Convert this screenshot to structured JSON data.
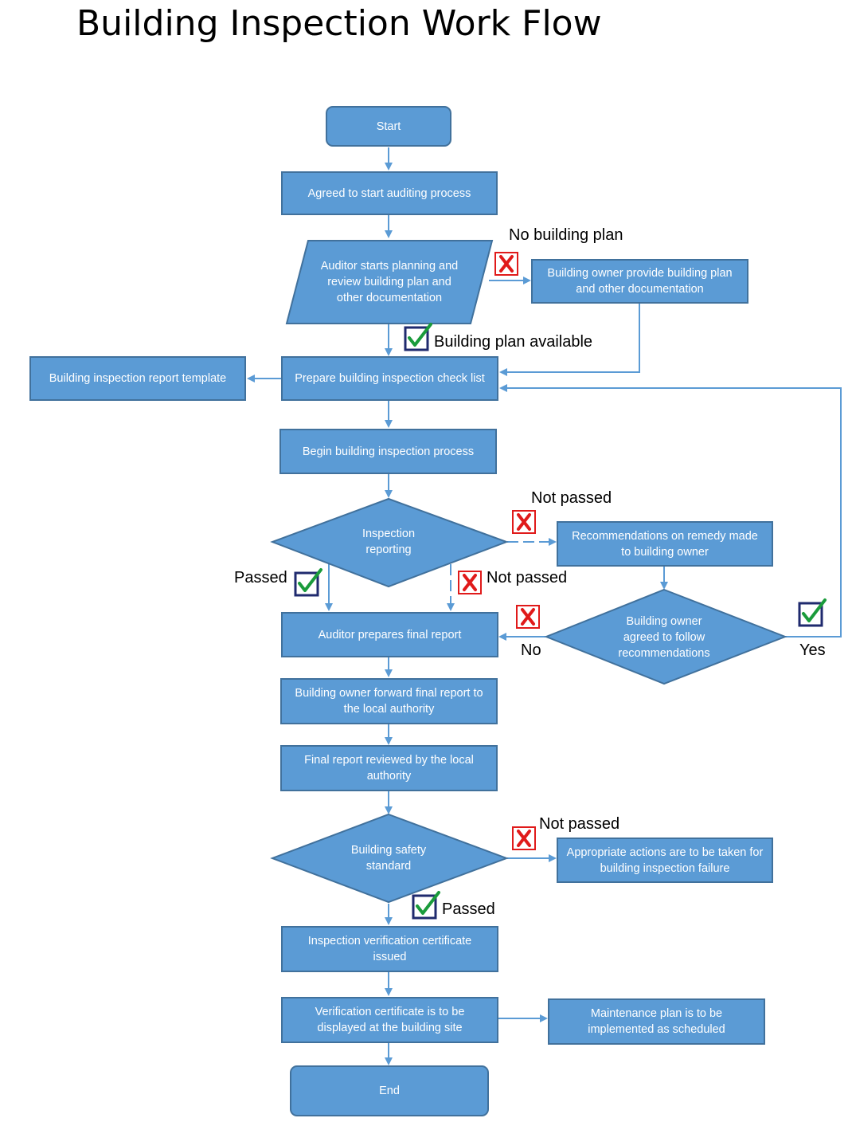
{
  "title": "Building Inspection Work Flow",
  "nodes": {
    "start": "Start",
    "agreed": "Agreed to start auditing process",
    "planning": "Auditor  starts planning and review building plan and other documentation",
    "owner_provide": "Building owner provide building plan and other documentation",
    "prepare": "Prepare building inspection check list",
    "template": "Building inspection report template",
    "begin": "Begin building inspection process",
    "inspection_reporting": "Inspection reporting",
    "recommendations": "Recommendations on remedy made to building owner",
    "owner_agreed": "Building owner agreed to follow recommendations",
    "final_report": "Auditor prepares final report",
    "forward": "Building owner forward final report to the local authority",
    "reviewed": "Final report reviewed by the local authority",
    "safety_standard": "Building safety standard",
    "appropriate_actions": "Appropriate actions are to be taken for building inspection failure",
    "certificate_issued": "Inspection verification certificate issued",
    "certificate_displayed": "Verification certificate is to be displayed at the building site",
    "maintenance": "Maintenance plan is to be implemented as scheduled",
    "end": "End"
  },
  "labels": {
    "no_building_plan": "No building plan",
    "building_plan_available": "Building plan available",
    "not_passed_1": "Not passed",
    "passed_1": "Passed",
    "not_passed_2": "Not passed",
    "no": "No",
    "yes": "Yes",
    "not_passed_3": "Not passed",
    "passed_2": "Passed"
  },
  "colors": {
    "fill": "#5b9bd5",
    "border": "#41719c",
    "check": "#1a9b3b",
    "cross": "#e01a1a"
  },
  "icons": {
    "check": "checkbox-check-icon",
    "cross": "cross-box-icon"
  }
}
